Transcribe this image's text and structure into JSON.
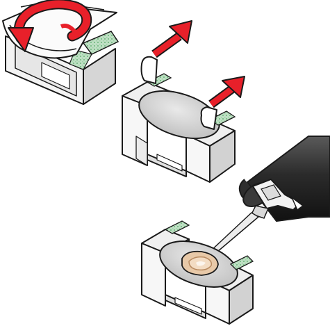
{
  "figure": {
    "steps": [
      {
        "id": "step-1",
        "action": "peel-off-top-liner"
      },
      {
        "id": "step-2",
        "action": "remove-side-tabs"
      },
      {
        "id": "step-3",
        "action": "dispense-adhesive"
      }
    ]
  },
  "colors": {
    "outline": "#1a1a1a",
    "body_light": "#f4f4f4",
    "body_shade": "#d9d9d9",
    "body_dark": "#bdbdbd",
    "green_pad": "#bfe0c4",
    "green_pad_dots": "#7fbf8c",
    "arrow_red": "#e8202a",
    "disc_grey": "#c8c8c8",
    "disc_light": "#e6e6e6",
    "adhesive": "#e8c9a8",
    "adhesive_dark": "#b88a60",
    "tube_dark": "#2a2a2a",
    "tube_mid": "#4a4a4a"
  }
}
